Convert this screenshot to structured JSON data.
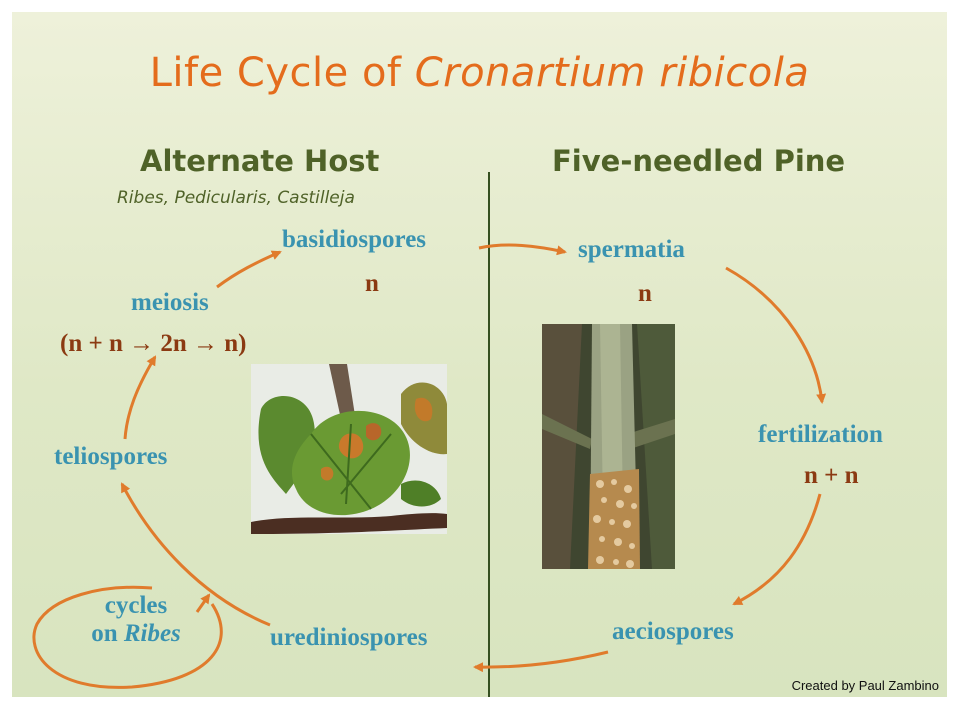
{
  "title": {
    "prefix": "Life Cycle of ",
    "species": "Cronartium ribicola"
  },
  "left_column": {
    "heading": "Alternate Host",
    "hosts": "Ribes, Pedicularis, Castilleja"
  },
  "right_column": {
    "heading": "Five-needled Pine"
  },
  "stages": {
    "basidiospores": {
      "label": "basidiospores",
      "ploidy": "n"
    },
    "spermatia": {
      "label": "spermatia",
      "ploidy": "n"
    },
    "fertilization": {
      "label": "fertilization",
      "ploidy": "n + n"
    },
    "aeciospores": {
      "label": "aeciospores"
    },
    "urediniospores": {
      "label": "urediniospores"
    },
    "teliospores": {
      "label": "teliospores"
    },
    "meiosis": {
      "label": "meiosis",
      "ploidy": "(n + n → 2n → n)"
    },
    "cycles": {
      "line1": "cycles",
      "line2_prefix": "on ",
      "line2_genus": "Ribes"
    }
  },
  "colors": {
    "title": "#e46c1c",
    "heading": "#4f6228",
    "stage": "#3a93b0",
    "ploidy": "#8b3a12",
    "arrow": "#e07b2c"
  },
  "credit": "Created by Paul Zambino"
}
